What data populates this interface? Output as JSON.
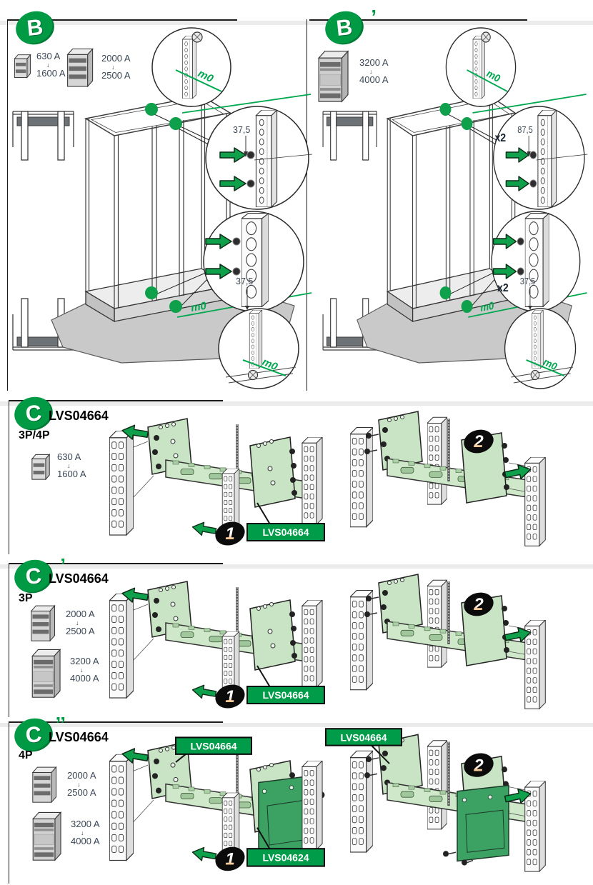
{
  "ui": {
    "arrow_down": "↓"
  },
  "colors": {
    "brand_green": "#009A44",
    "m0_green": "#00A84F",
    "label_green": "#009C49",
    "bracket_green": "#c9e4c5",
    "beam_green": "#cfe8ca",
    "plate_green": "#3BA263",
    "dim_text": "#3A4654",
    "step_orange": "#F08C1E"
  },
  "sections": {
    "b": {
      "badge": "B",
      "prime": "",
      "ratings": [
        {
          "from": "630 A",
          "to": "1600 A"
        },
        {
          "from": "2000 A",
          "to": "2500 A"
        }
      ],
      "m0": "m0",
      "dim_top": "37,5",
      "dim_bottom": "37,5"
    },
    "b_prime": {
      "badge": "B",
      "prime": "’",
      "ratings": [
        {
          "from": "3200 A",
          "to": "4000 A"
        }
      ],
      "m0": "m0",
      "dim_top": "87,5",
      "dim_bottom": "37,5",
      "qty_top": "x2",
      "qty_bottom": "x2"
    },
    "c": {
      "badge": "C",
      "prime": "",
      "part": "LVS04664",
      "poles": "3P/4P",
      "ratings": [
        {
          "from": "630 A",
          "to": "1600 A"
        }
      ],
      "step1": "1",
      "step2": "2",
      "label_bottom": "LVS04664"
    },
    "c_prime": {
      "badge": "C",
      "prime": "’",
      "part": "LVS04664",
      "poles": "3P",
      "ratings": [
        {
          "from": "2000 A",
          "to": "2500 A"
        },
        {
          "from": "3200 A",
          "to": "4000 A"
        }
      ],
      "step1": "1",
      "step2": "2",
      "label_bottom": "LVS04664"
    },
    "c_doubleprime": {
      "badge": "C",
      "prime": "’’",
      "part": "LVS04664",
      "poles": "4P",
      "ratings": [
        {
          "from": "2000 A",
          "to": "2500 A"
        },
        {
          "from": "3200 A",
          "to": "4000 A"
        }
      ],
      "step1": "1",
      "step2": "2",
      "label_bottom": "LVS04624",
      "label_top_left": "LVS04664",
      "label_top_right": "LVS04664"
    }
  }
}
